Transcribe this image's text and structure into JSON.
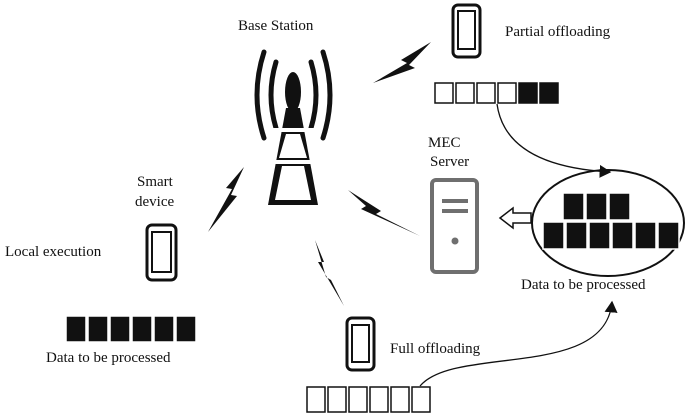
{
  "labels": {
    "base_station": "Base Station",
    "partial_offloading": "Partial offloading",
    "mec_line1": "MEC",
    "mec_line2": "Server",
    "smart_line1": "Smart",
    "smart_line2": "device",
    "local_execution": "Local execution",
    "data_local": "Data to be processed",
    "full_offloading": "Full offloading",
    "data_server": "Data to be processed"
  },
  "data_blocks": {
    "partial_offloading": {
      "total": 6,
      "filled": 2
    },
    "local_execution": {
      "total": 6,
      "filled": 6
    },
    "full_offloading": {
      "total": 6,
      "filled": 0
    },
    "server_queue": {
      "top_row": 3,
      "bottom_row": 6
    }
  },
  "colors": {
    "ink": "#111111",
    "device_gray": "#7a7a7a",
    "server_gray": "#6f6f6f"
  },
  "icons": [
    "tower-icon",
    "smartphone-icon",
    "server-icon",
    "lightning-icon"
  ]
}
